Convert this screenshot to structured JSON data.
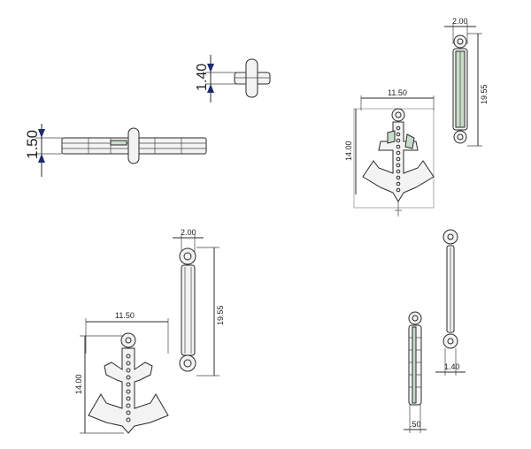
{
  "dimensions": {
    "bar_thickness_left": "1.50",
    "pin_height_top": "1.40",
    "anchor_width": "11.50",
    "anchor_height": "14.00",
    "bar_width": "2.00",
    "bar_length": "19.55",
    "side_thickness": ".50",
    "side_ring": "1.40"
  },
  "colors": {
    "line": "#2b2b2b",
    "dimension_arrow": "#1e2a6e",
    "accent_fill": "#c9dcc9"
  }
}
